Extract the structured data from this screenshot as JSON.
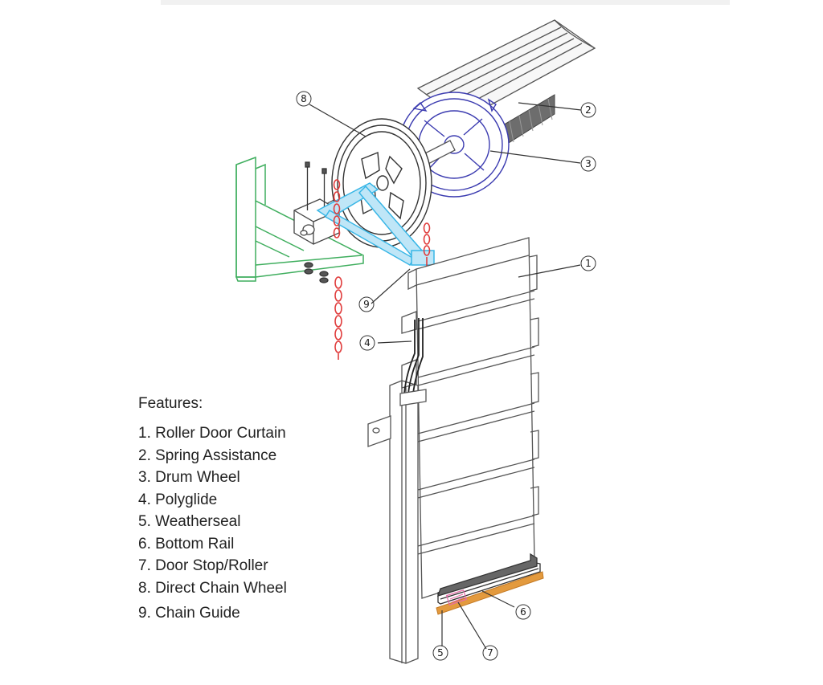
{
  "features": {
    "title": "Features:",
    "items": [
      "1. Roller Door Curtain",
      "2. Spring Assistance",
      "3. Drum Wheel",
      "4. Polyglide",
      "5. Weatherseal",
      "6. Bottom Rail",
      "7. Door Stop/Roller",
      "8. Direct Chain Wheel",
      "9. Chain Guide"
    ]
  },
  "callouts": [
    {
      "id": "1",
      "label": "①"
    },
    {
      "id": "2",
      "label": "②"
    },
    {
      "id": "3",
      "label": "③"
    },
    {
      "id": "4",
      "label": "④"
    },
    {
      "id": "5",
      "label": "⑤"
    },
    {
      "id": "6",
      "label": "⑥"
    },
    {
      "id": "7",
      "label": "⑦"
    },
    {
      "id": "8",
      "label": "⑧"
    },
    {
      "id": "9",
      "label": "⑨"
    }
  ],
  "colors": {
    "line": "#555555",
    "bracket": "#3fae5e",
    "drum_wheel": "#3b3bb0",
    "chain_guide": "#38b6e6",
    "chain": "#e03c3c",
    "weatherseal": "#e39a3e",
    "door_stop": "#e86aa8"
  }
}
